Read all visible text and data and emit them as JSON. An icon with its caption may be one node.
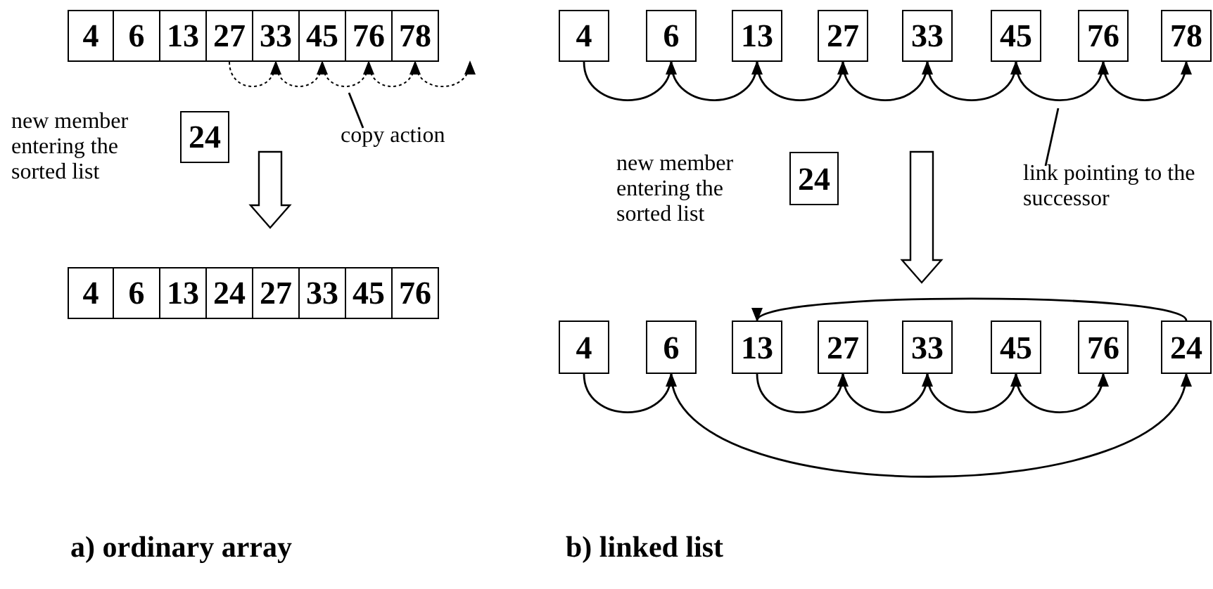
{
  "diagram": {
    "nodes": [
      {
        "text": [
          "4"
        ]
      },
      {
        "text": [
          "6"
        ]
      },
      {
        "text": [
          "13"
        ]
      },
      {
        "text": [
          "27"
        ]
      },
      {
        "text": [
          "33"
        ]
      },
      {
        "text": [
          "45"
        ]
      },
      {
        "text": [
          "76"
        ]
      },
      {
        "text": [
          "78"
        ]
      },
      {
        "text": [
          "24"
        ]
      },
      {
        "text": [
          "copy action"
        ]
      },
      {
        "text": [
          "4"
        ]
      },
      {
        "text": [
          "6"
        ]
      },
      {
        "text": [
          "13"
        ]
      },
      {
        "text": [
          "24"
        ]
      },
      {
        "text": [
          "27"
        ]
      },
      {
        "text": [
          "33"
        ]
      },
      {
        "text": [
          "45"
        ]
      },
      {
        "text": [
          "76"
        ]
      },
      {
        "text": [
          "4"
        ]
      },
      {
        "text": [
          "6"
        ]
      },
      {
        "text": [
          "13"
        ]
      },
      {
        "text": [
          "27"
        ]
      },
      {
        "text": [
          "33"
        ]
      },
      {
        "text": [
          "45"
        ]
      },
      {
        "text": [
          "76"
        ]
      },
      {
        "text": [
          "78"
        ]
      },
      {
        "text": [
          "24"
        ]
      },
      {
        "text": [
          "link pointing to the successor"
        ]
      },
      {
        "text": [
          "4"
        ]
      },
      {
        "text": [
          "6"
        ]
      },
      {
        "text": [
          "13"
        ]
      },
      {
        "text": [
          "27"
        ]
      },
      {
        "text": [
          "33"
        ]
      },
      {
        "text": [
          "45"
        ]
      },
      {
        "text": [
          "76"
        ]
      },
      {
        "text": [
          "24"
        ]
      }
    ],
    "edges": [
      {
        "from": 3,
        "to": 4,
        "arrow": "to",
        "style": "dashed"
      },
      {
        "from": 4,
        "to": 5,
        "arrow": "to",
        "style": "dashed"
      },
      {
        "from": 5,
        "to": 6,
        "arrow": "to",
        "style": "dashed"
      },
      {
        "from": 6,
        "to": 7,
        "arrow": "to",
        "style": "dashed"
      },
      {
        "from": 7,
        "to": null,
        "arrow": "to",
        "style": "dashed"
      },
      {
        "from": 9,
        "to": null,
        "arrow": "none"
      },
      {
        "from": 18,
        "to": 19,
        "arrow": "to"
      },
      {
        "from": 19,
        "to": 20,
        "arrow": "to"
      },
      {
        "from": 20,
        "to": 21,
        "arrow": "to"
      },
      {
        "from": 21,
        "to": 22,
        "arrow": "to"
      },
      {
        "from": 22,
        "to": 23,
        "arrow": "to"
      },
      {
        "from": 23,
        "to": 24,
        "arrow": "to"
      },
      {
        "from": 24,
        "to": 25,
        "arrow": "to"
      },
      {
        "from": 27,
        "to": null,
        "arrow": "none"
      },
      {
        "from": 28,
        "to": 29,
        "arrow": "to"
      },
      {
        "from": 29,
        "to": 35,
        "arrow": "to"
      },
      {
        "from": 35,
        "to": 30,
        "arrow": "to"
      },
      {
        "from": 30,
        "to": 31,
        "arrow": "to"
      },
      {
        "from": 31,
        "to": 32,
        "arrow": "to"
      },
      {
        "from": 32,
        "to": 33,
        "arrow": "to"
      },
      {
        "from": 33,
        "to": 34,
        "arrow": "to"
      },
      {
        "from": 8,
        "to": 14,
        "arrow": "to"
      },
      {
        "from": 26,
        "to": 32,
        "arrow": "to"
      }
    ],
    "labels": [
      "new member entering the sorted list",
      "new member entering the sorted list",
      "a) ordinary array",
      "b) linked list"
    ]
  }
}
